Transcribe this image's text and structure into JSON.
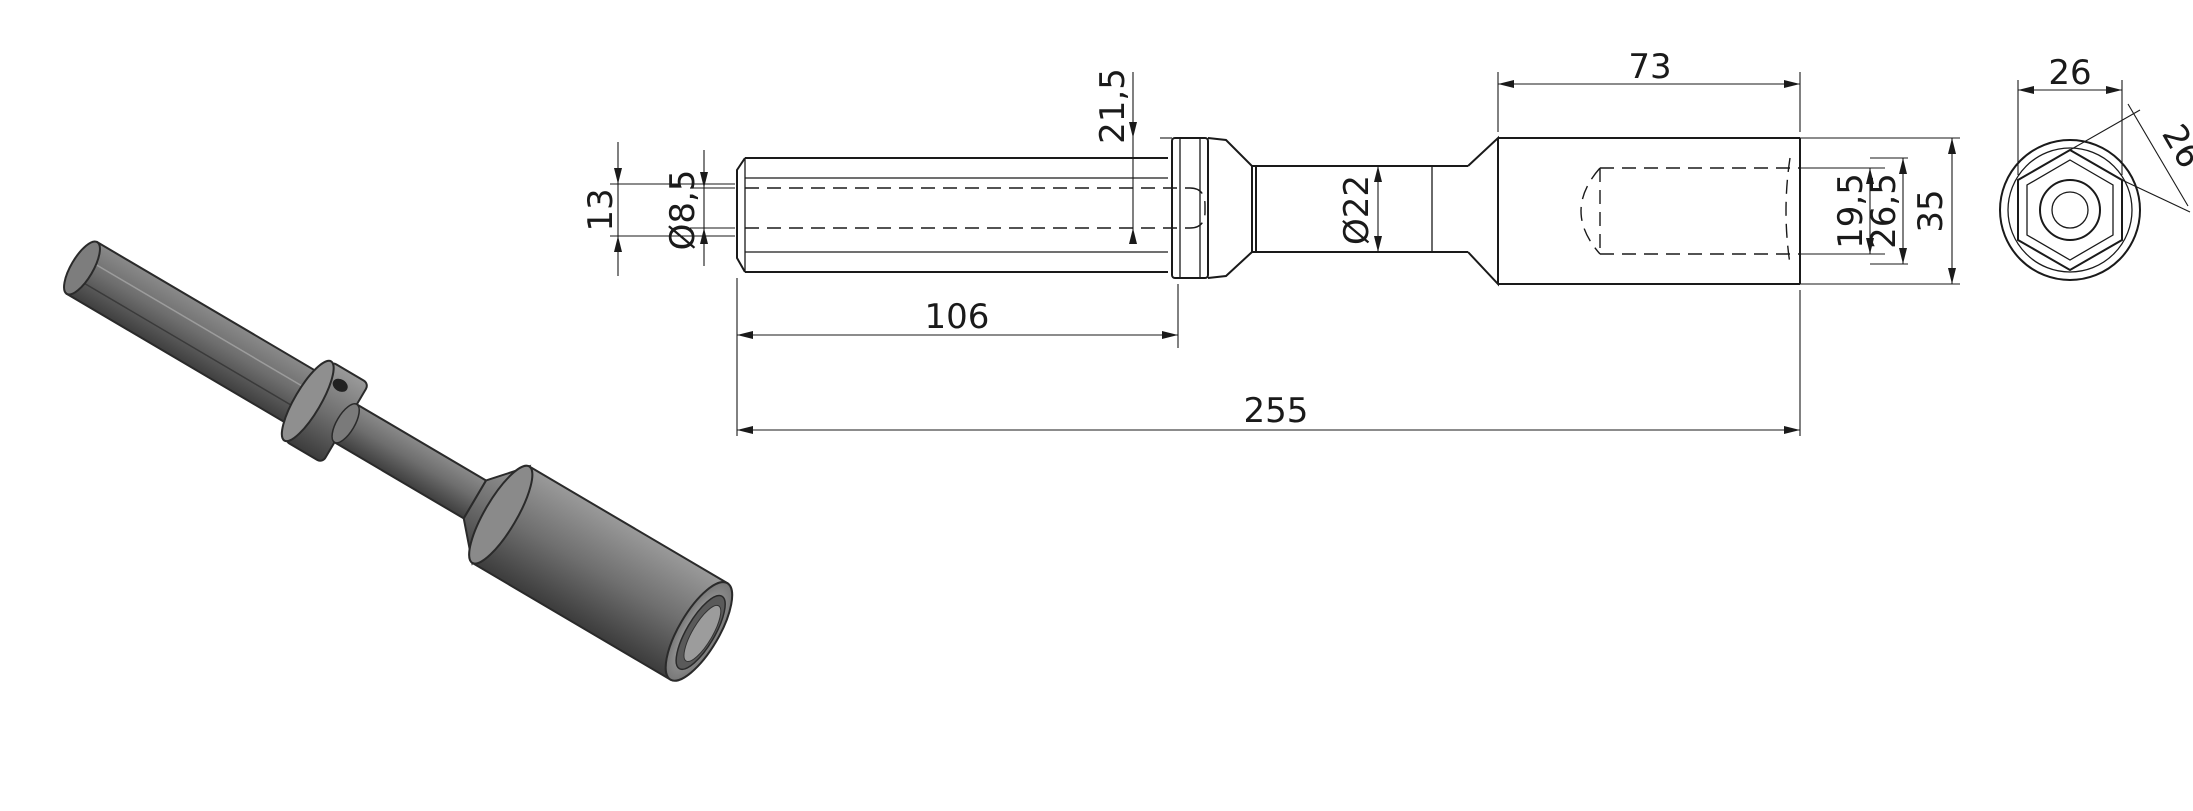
{
  "colors": {
    "line": "#1a1a1a",
    "background": "#ffffff",
    "part_dark": "#4a4a4a",
    "part_mid": "#7a7a7a",
    "part_light": "#a0a0a0"
  },
  "dimensions": {
    "hex_across_flats": "13",
    "pin_hole_diameter": "Ø8,5",
    "collar_offset": "21,5",
    "hex_length": "106",
    "overall_length": "255",
    "neck_diameter": "Ø22",
    "socket_length": "73",
    "socket_inner_small": "19,5",
    "socket_inner_large": "26,5",
    "socket_outer": "35",
    "end_view_width": "26",
    "end_view_diagonal": "26"
  }
}
